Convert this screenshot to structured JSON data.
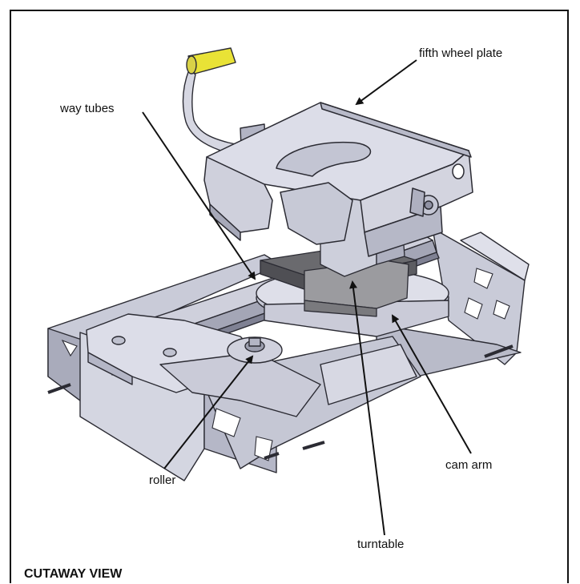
{
  "labels": {
    "fifth_wheel_plate": "fifth wheel plate",
    "way_tubes": "way tubes",
    "roller": "roller",
    "turntable": "turntable",
    "cam_arm": "cam arm"
  },
  "caption": "CUTAWAY VIEW",
  "colors": {
    "steel": "#dadbe6",
    "steel_dark": "#b7b9c8",
    "steel_shadow": "#8e90a2",
    "outline": "#2b2b33",
    "handle_grip": "#e9e236",
    "pad": "#6a6a6e"
  }
}
